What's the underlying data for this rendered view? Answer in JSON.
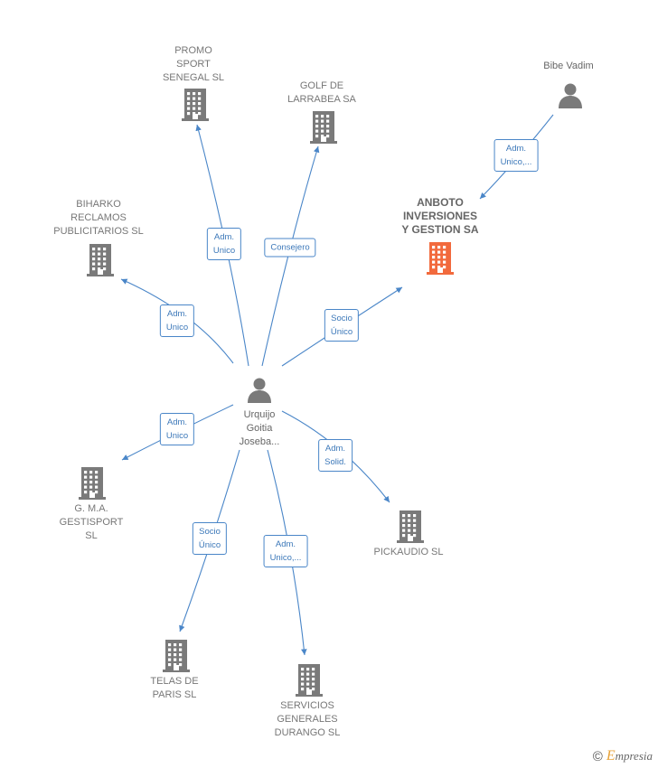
{
  "center": {
    "label": "Urquijo\nGoitia\nJoseba..."
  },
  "person2": {
    "label": "Bibe Vadim"
  },
  "companies": {
    "promo": "PROMO\nSPORT\nSENEGAL  SL",
    "golf": "GOLF DE\nLARRABEA SA",
    "biharko": "BIHARKO\nRECLAMOS\nPUBLICITARIOS SL",
    "anboto": "ANBOTO\nINVERSIONES\nY GESTION SA",
    "gma": "G. M.A.\nGESTISPORT\nSL",
    "pickaudio": "PICKAUDIO SL",
    "telas": "TELAS DE\nPARIS SL",
    "servicios": "SERVICIOS\nGENERALES\nDURANGO  SL"
  },
  "edges": {
    "promo": "Adm.\nUnico",
    "golf": "Consejero",
    "biharko": "Adm.\nUnico",
    "anboto": "Socio\nÚnico",
    "bibe": "Adm.\nUnico,...",
    "gma": "Adm.\nUnico",
    "pickaudio": "Adm.\nSolid.",
    "telas": "Socio\nÚnico",
    "servicios": "Adm.\nUnico,..."
  },
  "colors": {
    "edge": "#4a86c8",
    "building": "#7a7a7a",
    "highlight": "#f26a3d"
  },
  "icons": {
    "company": "building-icon",
    "person": "person-icon"
  },
  "footer": {
    "copyright": "©",
    "brand_first": "E",
    "brand_rest": "mpresia"
  }
}
